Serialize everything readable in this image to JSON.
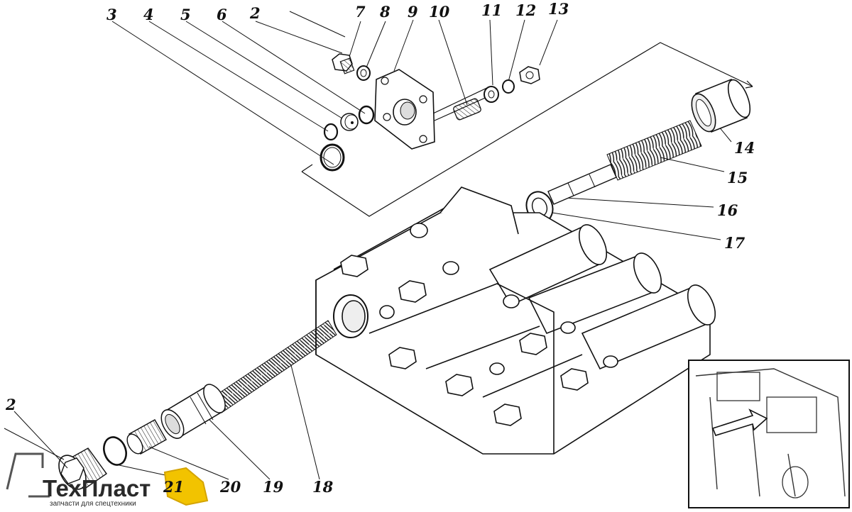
{
  "callouts": {
    "c3": "3",
    "c4": "4",
    "c5": "5",
    "c6": "6",
    "c2_top": "2",
    "c7": "7",
    "c8": "8",
    "c9": "9",
    "c10": "10",
    "c11": "11",
    "c12": "12",
    "c13": "13",
    "c14": "14",
    "c15": "15",
    "c16": "16",
    "c17": "17",
    "c2_left": "2",
    "c21": "21",
    "c20": "20",
    "c19": "19",
    "c18": "18"
  },
  "logo": {
    "brand": "ТехПласт",
    "tagline": "запчасти для спецтехники"
  }
}
